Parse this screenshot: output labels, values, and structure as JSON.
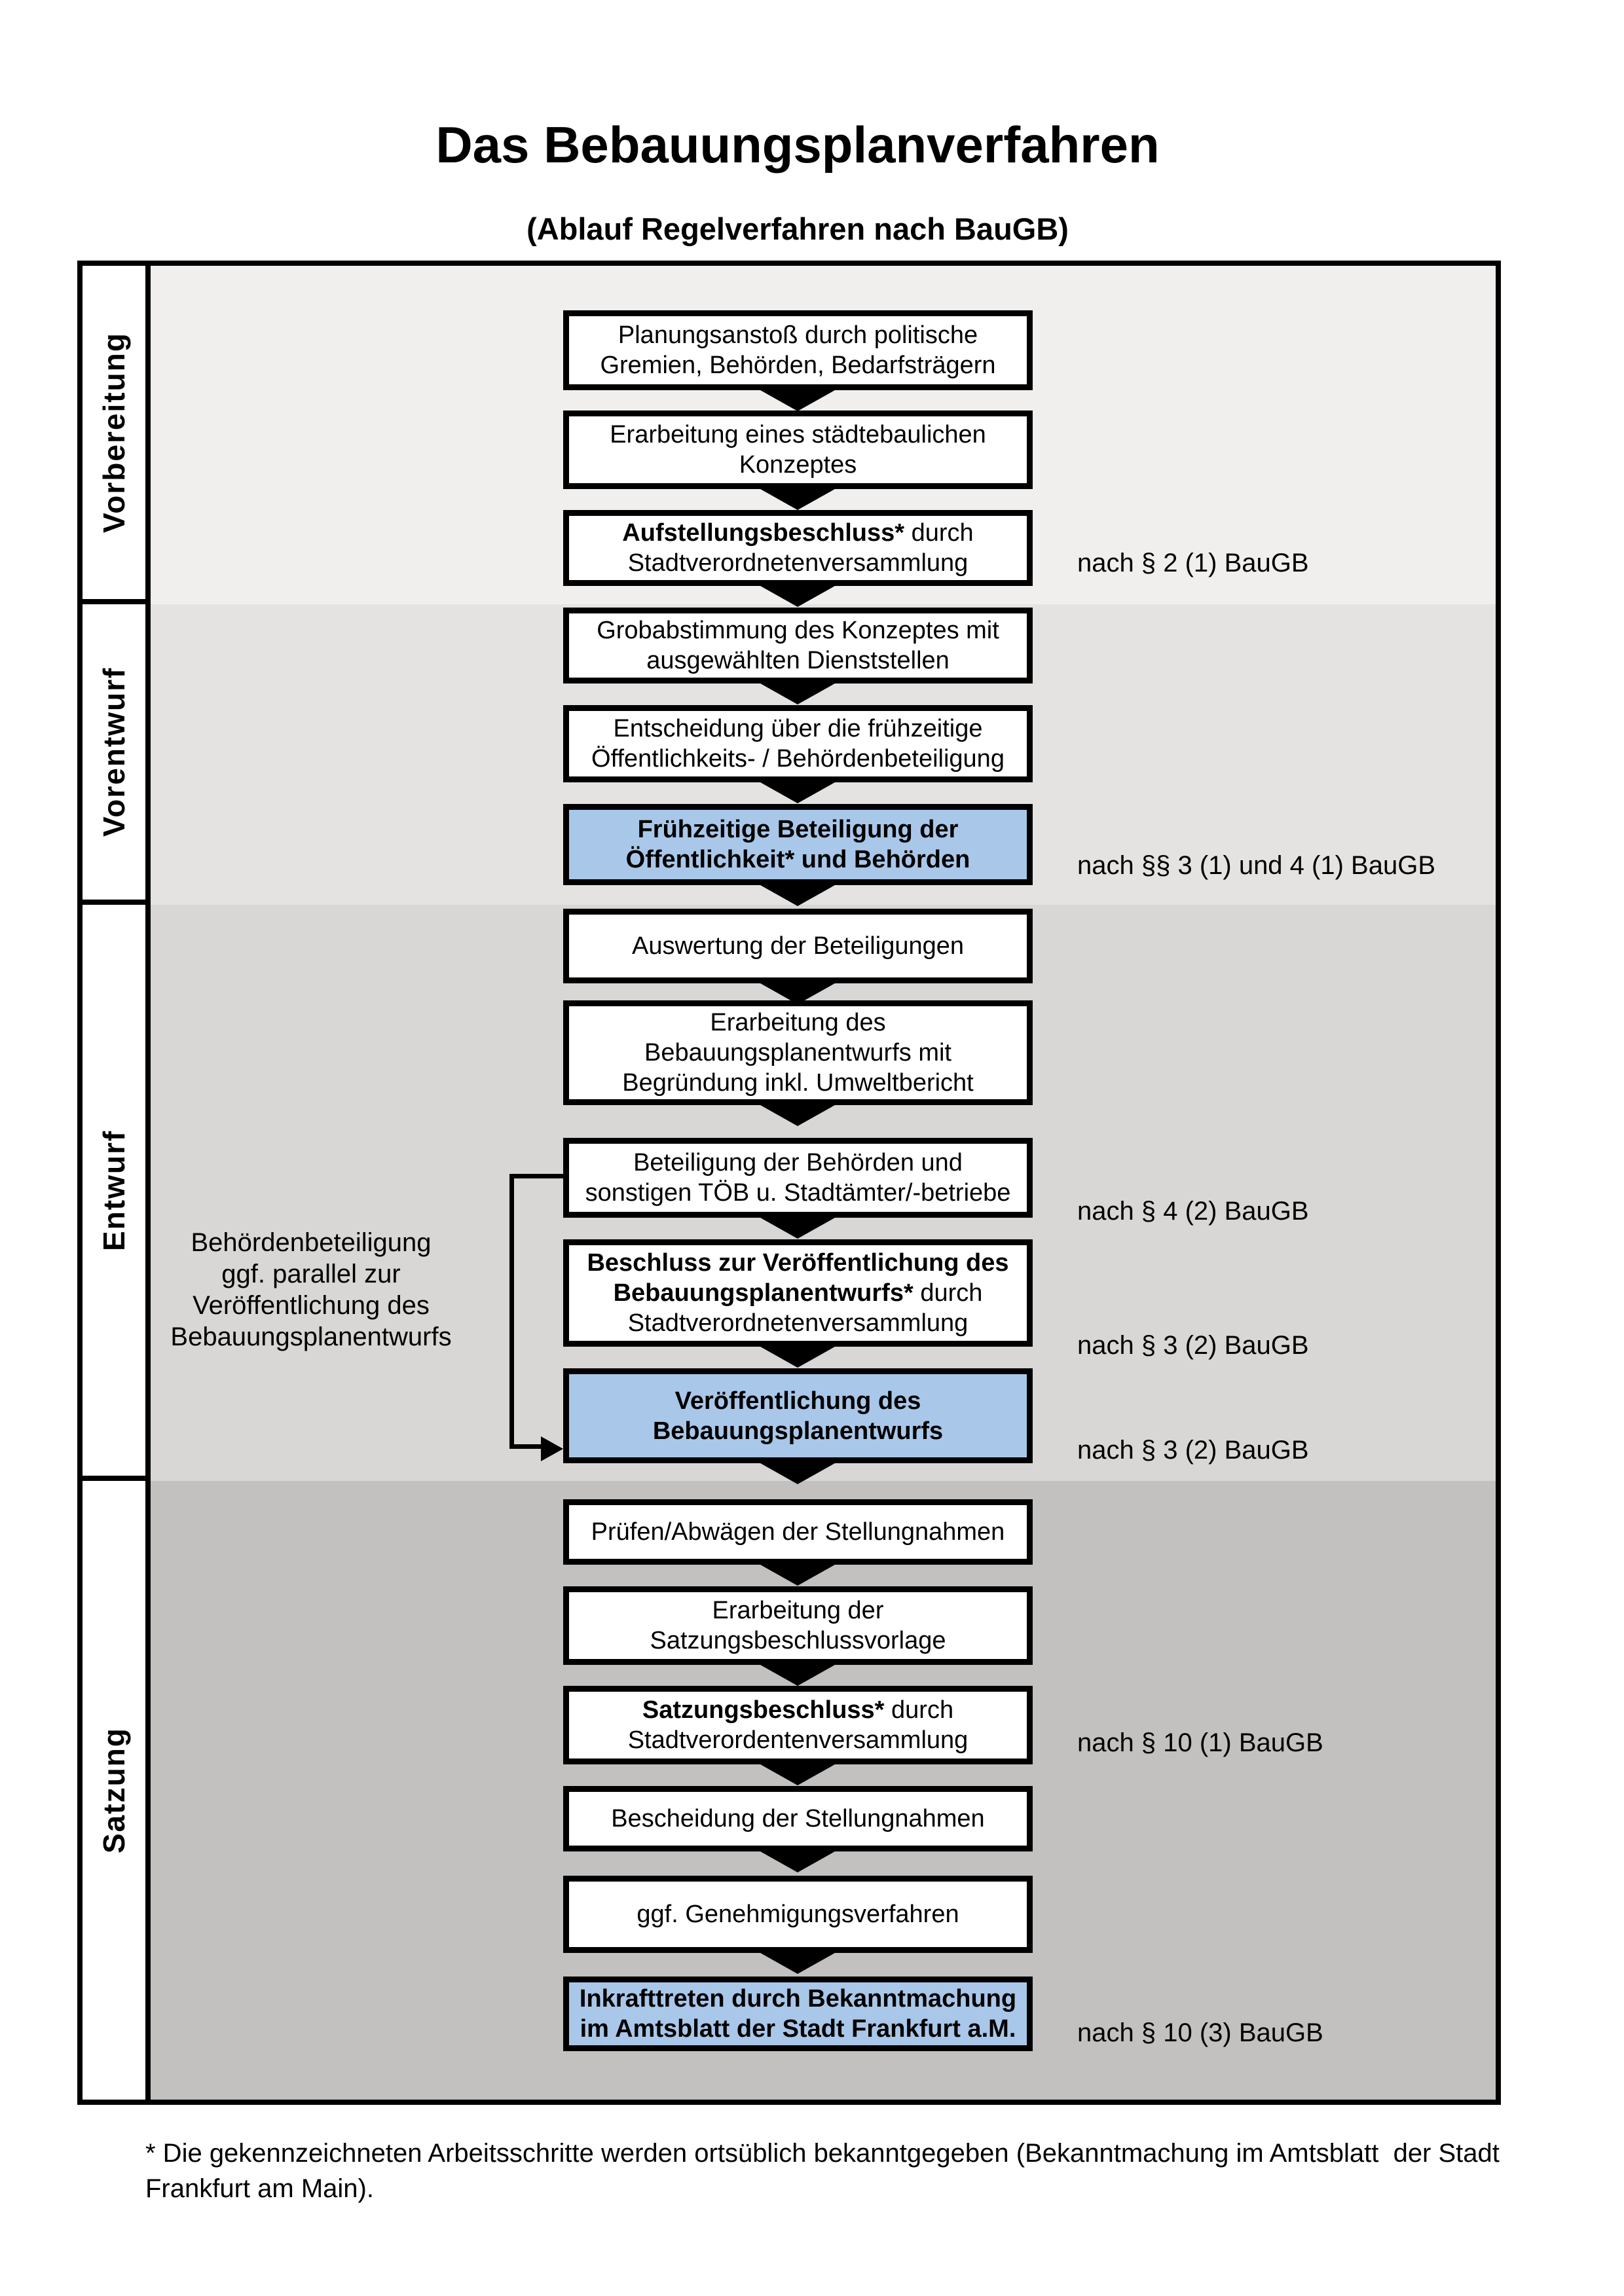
{
  "title": "Das Bebauungsplanverfahren",
  "subtitle": "(Ablauf Regelverfahren nach BauGB)",
  "colors": {
    "highlight_fill": "#a9c7e9",
    "box_fill": "#ffffff",
    "line": "#000000",
    "band_fills": [
      "#f0efee",
      "#e4e3e2",
      "#d8d7d6",
      "#c2c1c0"
    ]
  },
  "phases": [
    {
      "label": "Vorbereitung"
    },
    {
      "label": "Vorentwurf"
    },
    {
      "label": "Entwurf"
    },
    {
      "label": "Satzung"
    }
  ],
  "boxes": [
    {
      "phase": 0,
      "highlighted": false,
      "lines": [
        [
          {
            "text": "Planungsanstoß durch politische",
            "bold": false
          }
        ],
        [
          {
            "text": "Gremien, Behörden, Bedarfsträgern",
            "bold": false
          }
        ]
      ]
    },
    {
      "phase": 0,
      "highlighted": false,
      "lines": [
        [
          {
            "text": "Erarbeitung eines städtebaulichen",
            "bold": false
          }
        ],
        [
          {
            "text": "Konzeptes",
            "bold": false
          }
        ]
      ]
    },
    {
      "phase": 0,
      "highlighted": false,
      "lines": [
        [
          {
            "text": "Aufstellungsbeschluss*",
            "bold": true
          },
          {
            "text": " durch",
            "bold": false
          }
        ],
        [
          {
            "text": "Stadtverordnetenversammlung",
            "bold": false
          }
        ]
      ]
    },
    {
      "phase": 1,
      "highlighted": false,
      "lines": [
        [
          {
            "text": "Grobabstimmung des Konzeptes mit",
            "bold": false
          }
        ],
        [
          {
            "text": "ausgewählten Dienststellen",
            "bold": false
          }
        ]
      ]
    },
    {
      "phase": 1,
      "highlighted": false,
      "lines": [
        [
          {
            "text": "Entscheidung über die frühzeitige",
            "bold": false
          }
        ],
        [
          {
            "text": "Öffentlichkeits- / Behördenbeteiligung",
            "bold": false
          }
        ]
      ]
    },
    {
      "phase": 1,
      "highlighted": true,
      "lines": [
        [
          {
            "text": "Frühzeitige Beteiligung der",
            "bold": true
          }
        ],
        [
          {
            "text": "Öffentlichkeit* und Behörden",
            "bold": true
          }
        ]
      ]
    },
    {
      "phase": 2,
      "highlighted": false,
      "lines": [
        [
          {
            "text": "Auswertung der Beteiligungen",
            "bold": false
          }
        ]
      ]
    },
    {
      "phase": 2,
      "highlighted": false,
      "lines": [
        [
          {
            "text": "Erarbeitung des",
            "bold": false
          }
        ],
        [
          {
            "text": "Bebauungsplanentwurfs mit",
            "bold": false
          }
        ],
        [
          {
            "text": "Begründung inkl. Umweltbericht",
            "bold": false
          }
        ]
      ]
    },
    {
      "phase": 2,
      "highlighted": false,
      "lines": [
        [
          {
            "text": "Beteiligung der Behörden und",
            "bold": false
          }
        ],
        [
          {
            "text": "sonstigen TÖB u. Stadtämter/-betriebe",
            "bold": false
          }
        ]
      ]
    },
    {
      "phase": 2,
      "highlighted": false,
      "lines": [
        [
          {
            "text": "Beschluss zur Veröffentlichung des",
            "bold": true
          }
        ],
        [
          {
            "text": "Bebauungsplanentwurfs*",
            "bold": true
          },
          {
            "text": " durch",
            "bold": false
          }
        ],
        [
          {
            "text": "Stadtverordnetenversammlung",
            "bold": false
          }
        ]
      ]
    },
    {
      "phase": 2,
      "highlighted": true,
      "lines": [
        [
          {
            "text": "Veröffentlichung des",
            "bold": true
          }
        ],
        [
          {
            "text": "Bebauungsplanentwurfs",
            "bold": true
          }
        ]
      ]
    },
    {
      "phase": 3,
      "highlighted": false,
      "lines": [
        [
          {
            "text": "Prüfen/Abwägen der Stellungnahmen",
            "bold": false
          }
        ]
      ]
    },
    {
      "phase": 3,
      "highlighted": false,
      "lines": [
        [
          {
            "text": "Erarbeitung der",
            "bold": false
          }
        ],
        [
          {
            "text": "Satzungsbeschlussvorlage",
            "bold": false
          }
        ]
      ]
    },
    {
      "phase": 3,
      "highlighted": false,
      "lines": [
        [
          {
            "text": "Satzungsbeschluss*",
            "bold": true
          },
          {
            "text": " durch",
            "bold": false
          }
        ],
        [
          {
            "text": "Stadtverordentenversammlung",
            "bold": false
          }
        ]
      ]
    },
    {
      "phase": 3,
      "highlighted": false,
      "lines": [
        [
          {
            "text": "Bescheidung der Stellungnahmen",
            "bold": false
          }
        ]
      ]
    },
    {
      "phase": 3,
      "highlighted": false,
      "lines": [
        [
          {
            "text": "ggf. Genehmigungsverfahren",
            "bold": false
          }
        ]
      ]
    },
    {
      "phase": 3,
      "highlighted": true,
      "lines": [
        [
          {
            "text": "Inkrafttreten",
            "bold": true
          },
          {
            "text": " durch Bekanntmachung",
            "bold": false
          }
        ],
        [
          {
            "text": "im Amtsblatt der Stadt Frankfurt a.M.",
            "bold": false
          }
        ]
      ]
    }
  ],
  "annotations": [
    {
      "text": "nach § 2 (1) BauGB",
      "attached_to_box": 2
    },
    {
      "text": "nach §§ 3 (1) und 4 (1) BauGB",
      "attached_to_box": 5
    },
    {
      "text": "nach § 4 (2) BauGB",
      "attached_to_box": 8
    },
    {
      "text": "nach § 3 (2) BauGB",
      "attached_to_box": 9
    },
    {
      "text": "nach § 3 (2) BauGB",
      "attached_to_box": 10
    },
    {
      "text": "nach § 10 (1) BauGB",
      "attached_to_box": 13
    },
    {
      "text": "nach § 10 (3) BauGB",
      "attached_to_box": 16
    }
  ],
  "side_note": {
    "lines": [
      "Behördenbeteiligung",
      "ggf. parallel zur",
      "Veröffentlichung des",
      "Bebauungsplanentwurfs"
    ]
  },
  "footnote": {
    "lines": [
      "* Die gekennzeichneten Arbeitsschritte werden ortsüblich bekanntgegeben (Bekanntmachung im Amtsblatt  der Stadt",
      "Frankfurt am Main)."
    ]
  }
}
